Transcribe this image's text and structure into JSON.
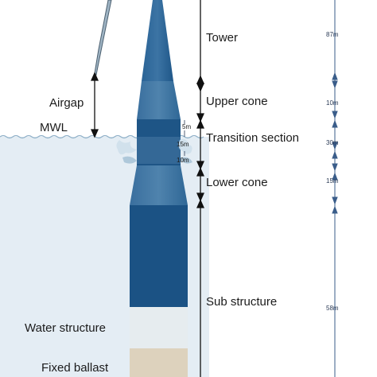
{
  "labels": {
    "tower": "Tower",
    "upper_cone": "Upper cone",
    "transition_section": "Transition section",
    "lower_cone": "Lower cone",
    "sub_structure": "Sub structure",
    "airgap": "Airgap",
    "mwl": "MWL",
    "water_structure": "Water structure",
    "fixed_ballast": "Fixed ballast"
  },
  "dimensions": {
    "tower": "87m",
    "upper_cone": "10m",
    "transition": "30m",
    "lower_cone": "15m",
    "sub_structure": "58m",
    "inner_a": "5m",
    "inner_b": "15m",
    "inner_c": "10m"
  },
  "colors": {
    "structure_dark": "#1b5284",
    "structure_mid": "#2f6796",
    "structure_light": "#4d7fa8",
    "water": "#e4edf4",
    "water_structure": "#e6ecef",
    "ballast": "#ddd2bd",
    "dimension_line": "#111111",
    "dimension_arrow_right": "#3a5d8a"
  }
}
